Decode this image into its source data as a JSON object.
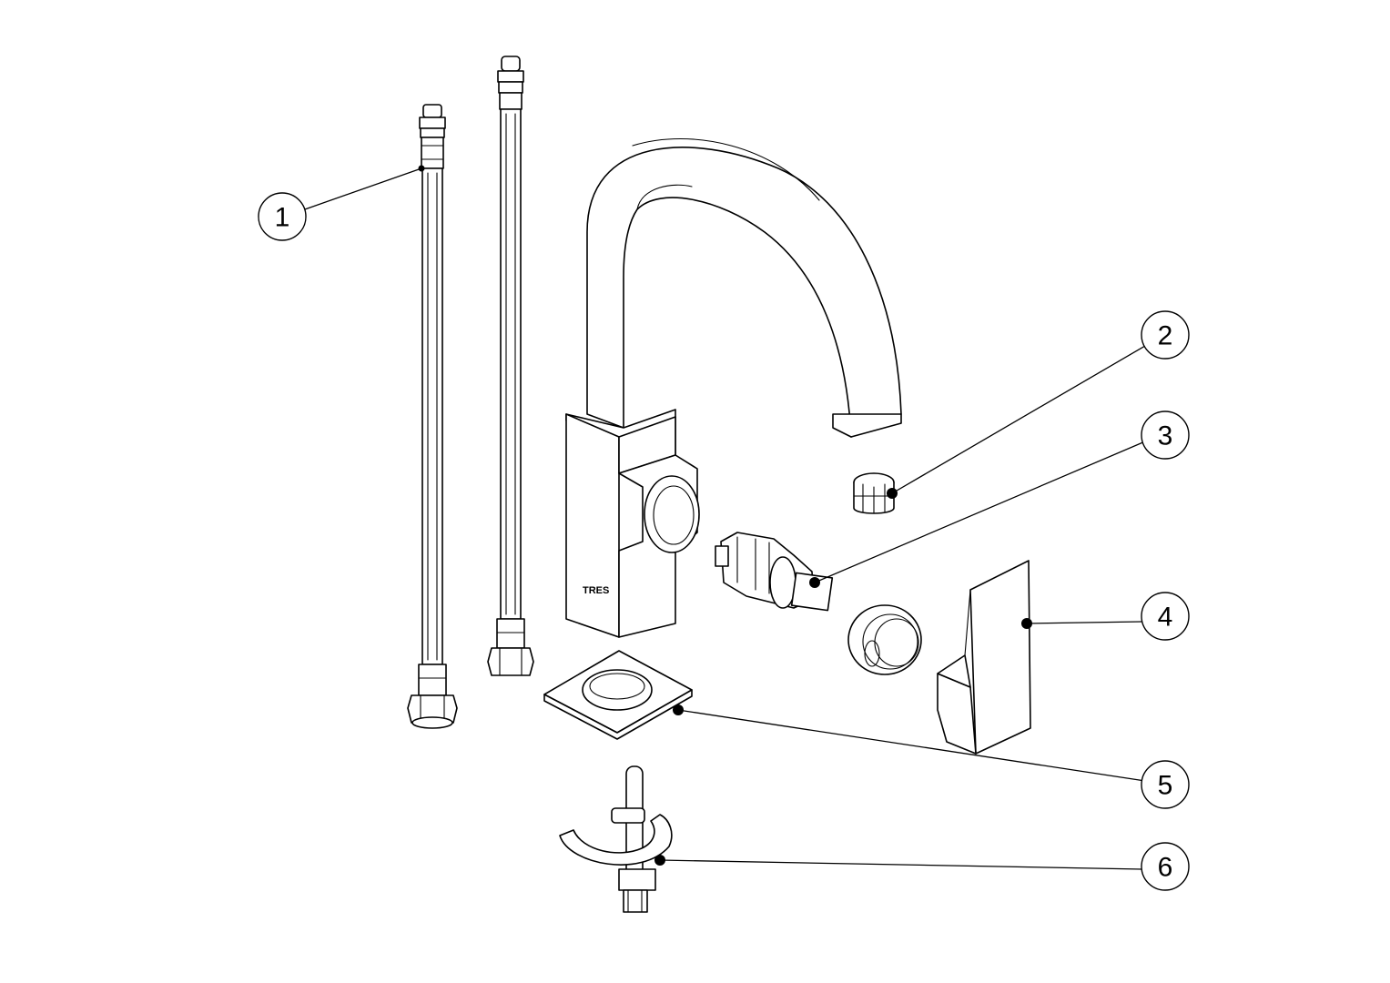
{
  "drawing": {
    "brand_mark": "TRES"
  },
  "callouts": [
    {
      "number": "1",
      "part": "flexible-hose"
    },
    {
      "number": "2",
      "part": "aerator"
    },
    {
      "number": "3",
      "part": "cartridge"
    },
    {
      "number": "4",
      "part": "lever-handle"
    },
    {
      "number": "5",
      "part": "base-plate"
    },
    {
      "number": "6",
      "part": "fixing-kit"
    }
  ],
  "colors": {
    "line": "#000000",
    "background": "#ffffff"
  }
}
